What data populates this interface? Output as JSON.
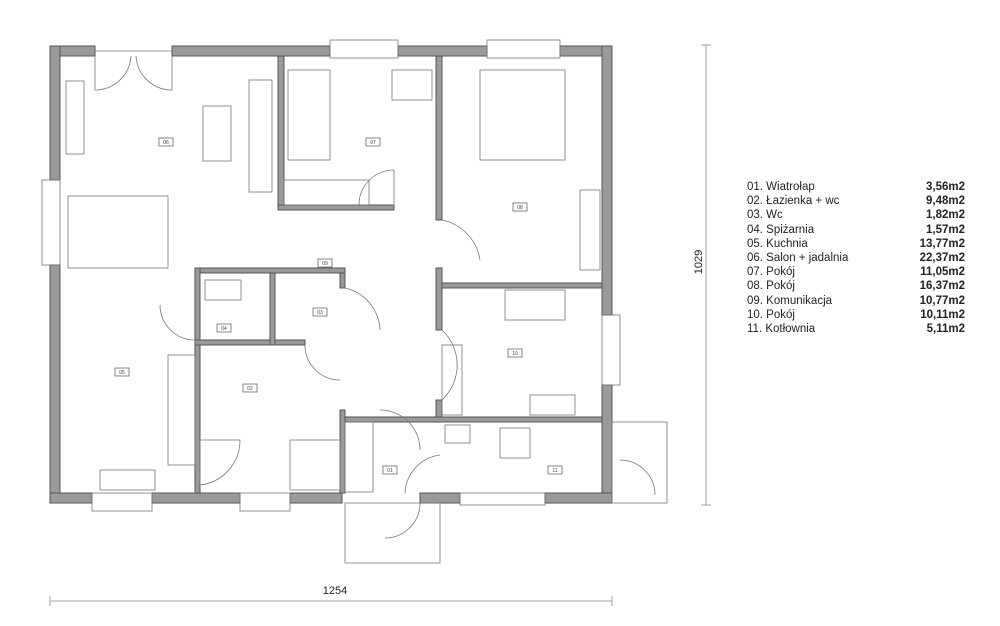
{
  "dimensions": {
    "width_label": "1254",
    "height_label": "1029"
  },
  "rooms": [
    {
      "no": "01",
      "name": "Wiatrołap",
      "area": "3,56m2"
    },
    {
      "no": "02",
      "name": "Łazienka + wc",
      "area": "9,48m2"
    },
    {
      "no": "03",
      "name": "Wc",
      "area": "1,82m2"
    },
    {
      "no": "04",
      "name": "Spiżarnia",
      "area": "1,57m2"
    },
    {
      "no": "05",
      "name": "Kuchnia",
      "area": "13,77m2"
    },
    {
      "no": "06",
      "name": "Salon + jadalnia",
      "area": "22,37m2"
    },
    {
      "no": "07",
      "name": "Pokój",
      "area": "11,05m2"
    },
    {
      "no": "08",
      "name": "Pokój",
      "area": "16,37m2"
    },
    {
      "no": "09",
      "name": "Komunikacja",
      "area": "10,77m2"
    },
    {
      "no": "10",
      "name": "Pokój",
      "area": "10,11m2"
    },
    {
      "no": "11",
      "name": "Kotłownia",
      "area": "5,11m2"
    }
  ],
  "legend_lines": [
    "01. Wiatrołap",
    "02. Łazienka + wc",
    "03. Wc",
    "04. Spiżarnia",
    "05. Kuchnia",
    "06. Salon + jadalnia",
    "07. Pokój",
    "08. Pokój",
    "09. Komunikacja",
    "10. Pokój",
    "11. Kotłownia"
  ]
}
